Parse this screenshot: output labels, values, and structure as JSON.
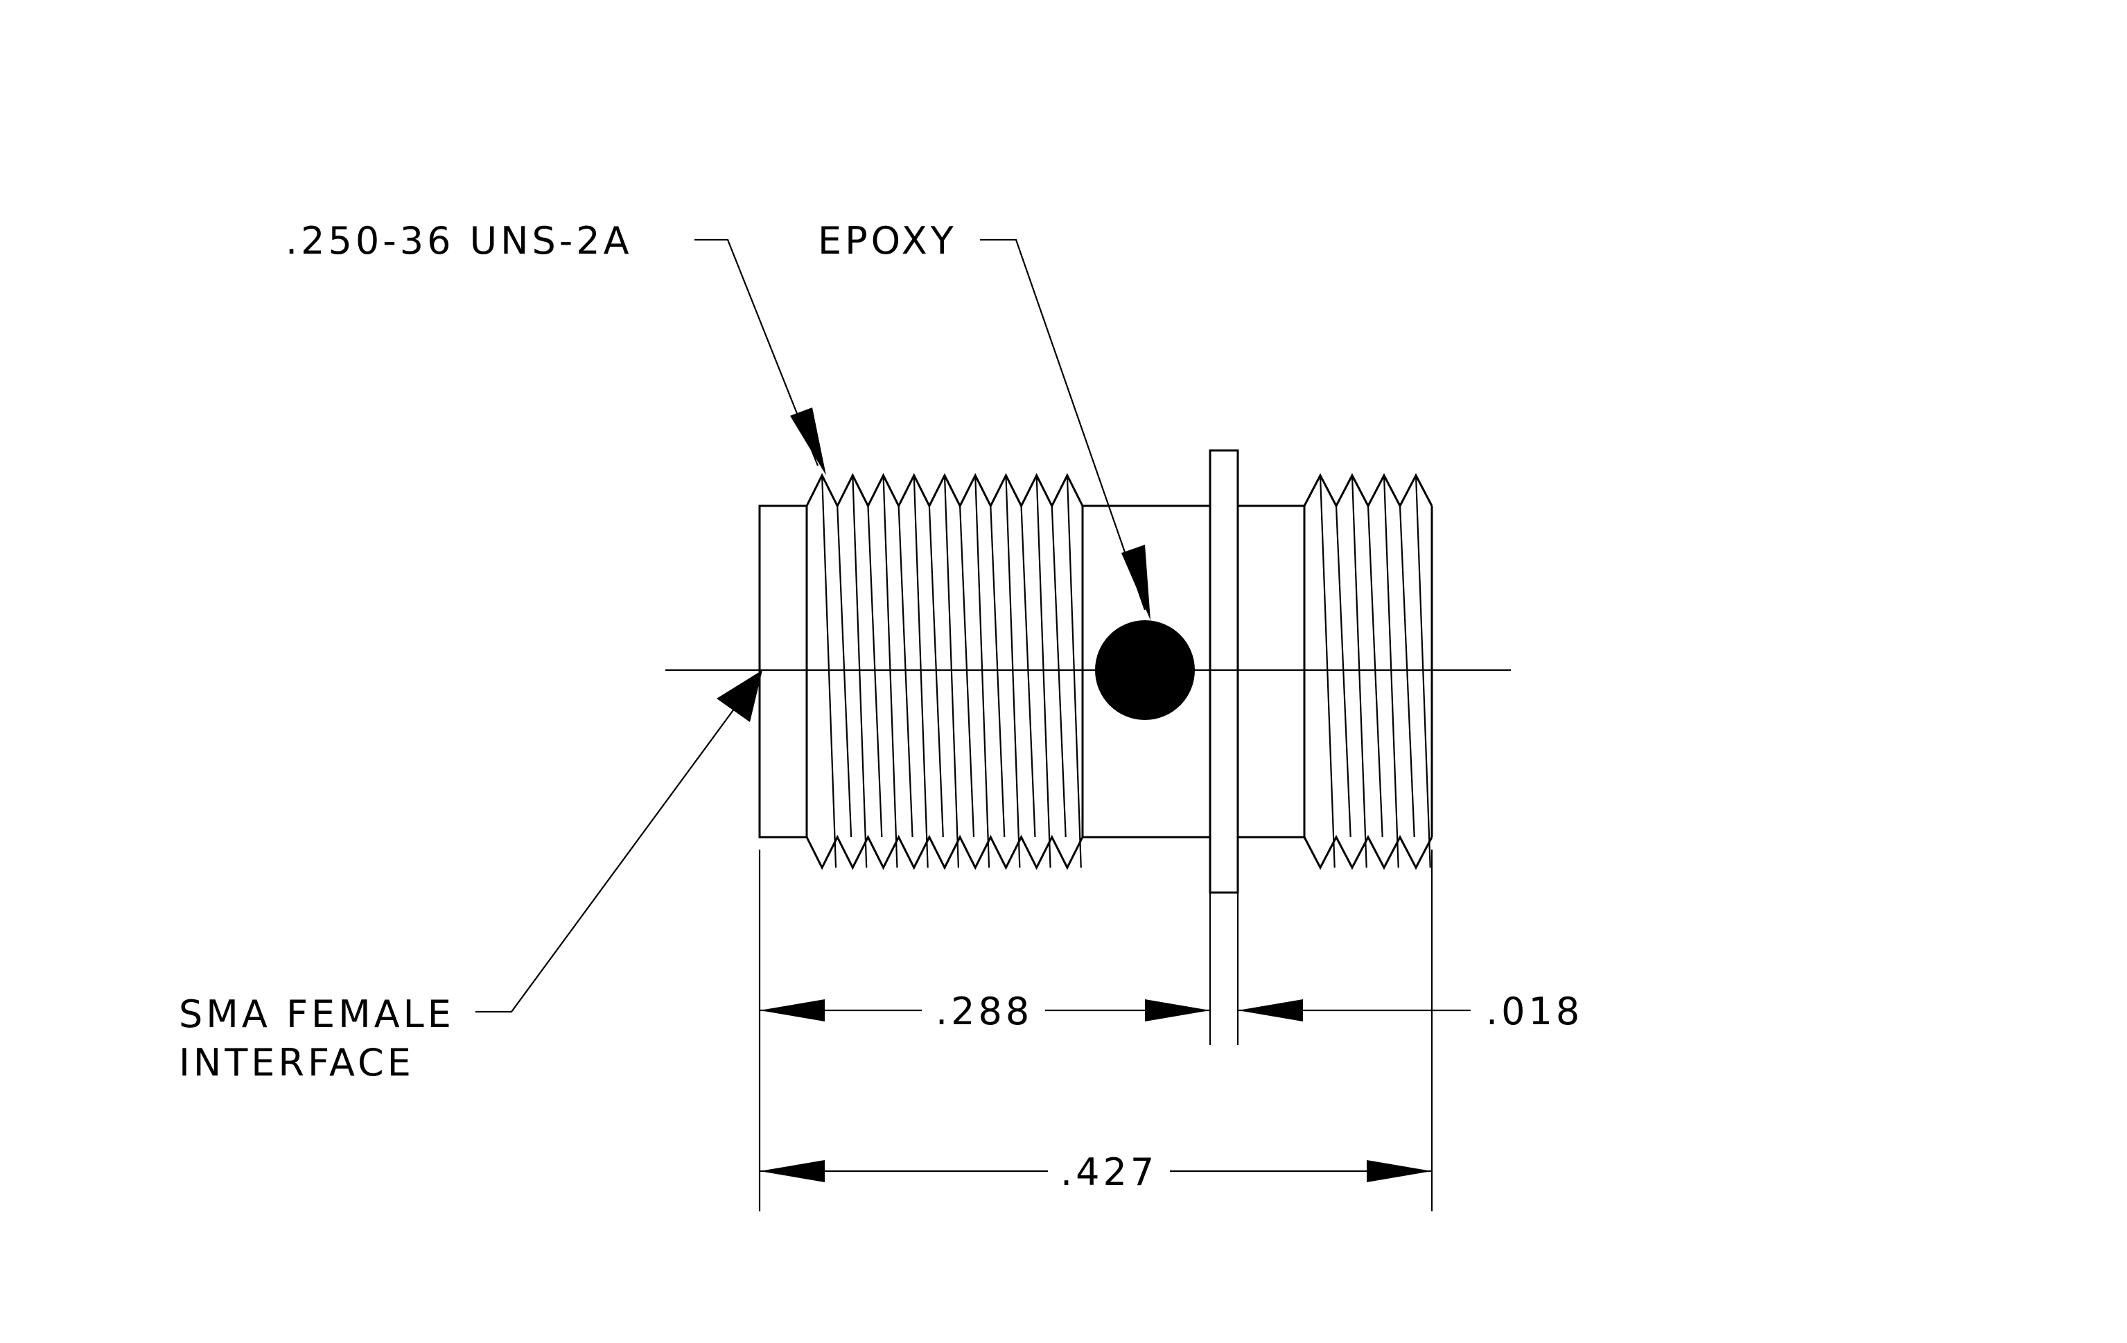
{
  "callouts": {
    "thread_spec": ".250-36 UNS-2A",
    "epoxy": "EPOXY",
    "interface_line1": "SMA FEMALE",
    "interface_line2": "INTERFACE"
  },
  "dimensions": {
    "left_length": ".288",
    "flange_thickness": ".018",
    "overall_length": ".427"
  },
  "colors": {
    "line": "#000000",
    "background": "#ffffff"
  }
}
